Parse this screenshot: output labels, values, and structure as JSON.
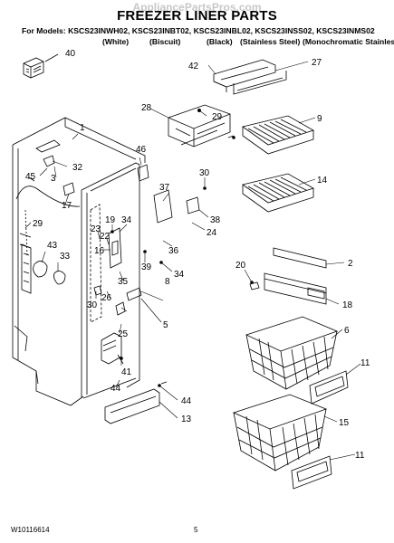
{
  "watermark": "AppliancePartsPros.com",
  "title": "FREEZER LINER PARTS",
  "models_line": "For Models: KSCS23INWH02, KSCS23INBT02, KSCS23INBL02, KSCS23INSS02, KSCS23INMS02",
  "colors": [
    "(White)",
    "(Biscuit)",
    "(Black)",
    "(Stainless Steel)",
    "(Monochromatic Stainless)"
  ],
  "part_labels": [
    "40",
    "1",
    "32",
    "45",
    "3",
    "17",
    "29",
    "43",
    "33",
    "46",
    "37",
    "19",
    "34",
    "23",
    "22",
    "16",
    "36",
    "30",
    "26",
    "39",
    "35",
    "25",
    "41",
    "44",
    "13",
    "42",
    "27",
    "28",
    "29",
    "9",
    "30",
    "38",
    "24",
    "14",
    "2",
    "20",
    "8",
    "5",
    "34",
    "18",
    "6",
    "11",
    "15",
    "11"
  ],
  "footer": {
    "doc_number": "W10116614",
    "page_number": "5"
  }
}
